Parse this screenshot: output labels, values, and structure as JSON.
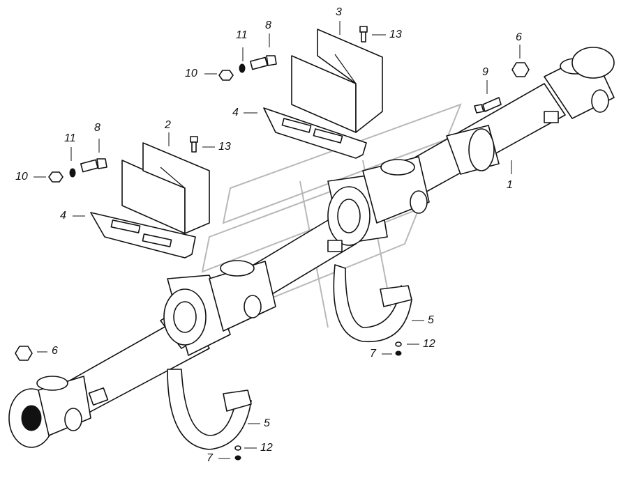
{
  "diagram": {
    "callouts": [
      {
        "id": "c1",
        "text": "1"
      },
      {
        "id": "c2",
        "text": "2"
      },
      {
        "id": "c3",
        "text": "3"
      },
      {
        "id": "c4a",
        "text": "4"
      },
      {
        "id": "c4b",
        "text": "4"
      },
      {
        "id": "c5a",
        "text": "5"
      },
      {
        "id": "c5b",
        "text": "5"
      },
      {
        "id": "c6a",
        "text": "6"
      },
      {
        "id": "c6b",
        "text": "6"
      },
      {
        "id": "c7a",
        "text": "7"
      },
      {
        "id": "c7b",
        "text": "7"
      },
      {
        "id": "c8a",
        "text": "8"
      },
      {
        "id": "c8b",
        "text": "8"
      },
      {
        "id": "c9",
        "text": "9"
      },
      {
        "id": "c10a",
        "text": "10"
      },
      {
        "id": "c10b",
        "text": "10"
      },
      {
        "id": "c11a",
        "text": "11"
      },
      {
        "id": "c11b",
        "text": "11"
      },
      {
        "id": "c12a",
        "text": "12"
      },
      {
        "id": "c12b",
        "text": "12"
      },
      {
        "id": "c13a",
        "text": "13"
      },
      {
        "id": "c13b",
        "text": "13"
      }
    ]
  }
}
